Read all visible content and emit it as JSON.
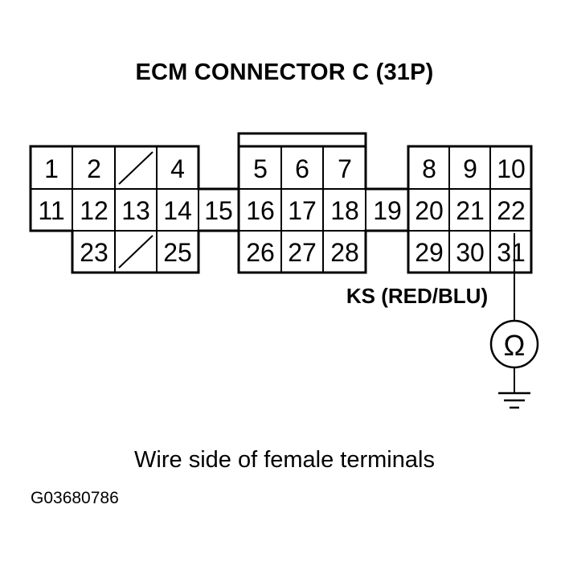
{
  "title": "ECM CONNECTOR C (31P)",
  "pins": {
    "p1": "1",
    "p2": "2",
    "p4": "4",
    "p5": "5",
    "p6": "6",
    "p7": "7",
    "p8": "8",
    "p9": "9",
    "p10": "10",
    "p11": "11",
    "p12": "12",
    "p13": "13",
    "p14": "14",
    "p15": "15",
    "p16": "16",
    "p17": "17",
    "p18": "18",
    "p19": "19",
    "p20": "20",
    "p21": "21",
    "p22": "22",
    "p23": "23",
    "p25": "25",
    "p26": "26",
    "p27": "27",
    "p28": "28",
    "p29": "29",
    "p30": "30",
    "p31": "31"
  },
  "wire_label": "KS (RED/BLU)",
  "ohmmeter_symbol": "Ω",
  "caption": "Wire side of female terminals",
  "figure_code": "G03680786"
}
